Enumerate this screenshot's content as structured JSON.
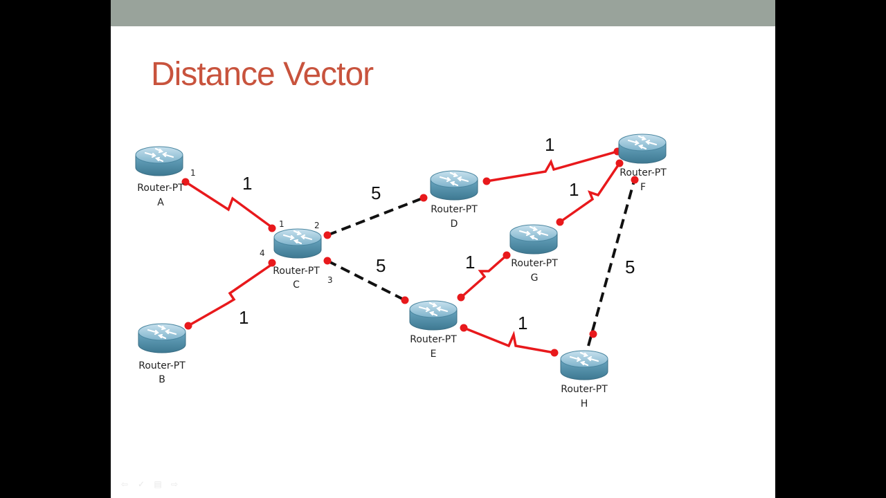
{
  "slide": {
    "title": "Distance Vector",
    "colors": {
      "title": "#c8533d",
      "topbar": "#99a39b",
      "serial_link": "#e8191c",
      "ethernet_link": "#000000",
      "router_body": "#6aa6c0"
    }
  },
  "routers": [
    {
      "id": "A",
      "model": "Router-PT",
      "name": "A"
    },
    {
      "id": "B",
      "model": "Router-PT",
      "name": "B"
    },
    {
      "id": "C",
      "model": "Router-PT",
      "name": "C"
    },
    {
      "id": "D",
      "model": "Router-PT",
      "name": "D"
    },
    {
      "id": "E",
      "model": "Router-PT",
      "name": "E"
    },
    {
      "id": "F",
      "model": "Router-PT",
      "name": "F"
    },
    {
      "id": "G",
      "model": "Router-PT",
      "name": "G"
    },
    {
      "id": "H",
      "model": "Router-PT",
      "name": "H"
    }
  ],
  "links": [
    {
      "from": "A",
      "to": "C",
      "cost": "1",
      "type": "serial"
    },
    {
      "from": "B",
      "to": "C",
      "cost": "1",
      "type": "serial"
    },
    {
      "from": "C",
      "to": "D",
      "cost": "5",
      "type": "ethernet"
    },
    {
      "from": "C",
      "to": "E",
      "cost": "5",
      "type": "ethernet"
    },
    {
      "from": "D",
      "to": "F",
      "cost": "1",
      "type": "serial"
    },
    {
      "from": "G",
      "to": "F",
      "cost": "1",
      "type": "serial"
    },
    {
      "from": "E",
      "to": "G",
      "cost": "1",
      "type": "serial"
    },
    {
      "from": "E",
      "to": "H",
      "cost": "1",
      "type": "serial"
    },
    {
      "from": "H",
      "to": "F",
      "cost": "5",
      "type": "ethernet"
    }
  ],
  "ports": {
    "A": "1",
    "C1": "1",
    "C2": "2",
    "C3": "3",
    "C4": "4"
  },
  "controls": [
    "back-icon",
    "pen-icon",
    "slides-icon",
    "forward-icon"
  ]
}
